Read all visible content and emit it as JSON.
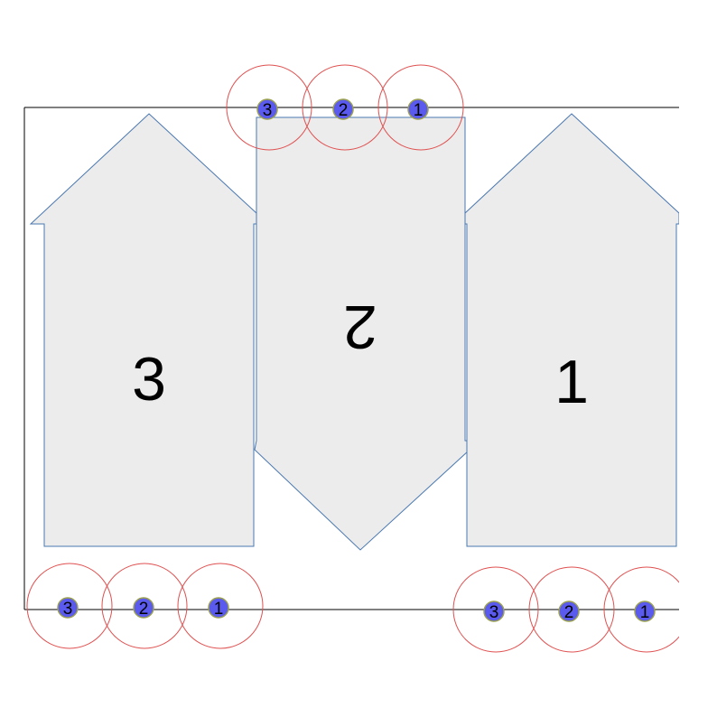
{
  "colors": {
    "background": "#ffffff",
    "shape_fill": "#ececec",
    "shape_stroke": "#4a78b0",
    "frame_stroke": "#000000",
    "ring_stroke": "#e05050",
    "dot_fill": "#5a5aee",
    "dot_stroke": "#9aa050"
  },
  "shapes": [
    {
      "id": "arrow-3",
      "direction": "up",
      "label": "3"
    },
    {
      "id": "arrow-2",
      "direction": "down",
      "label": "2",
      "label_rotation": "180deg"
    },
    {
      "id": "arrow-1",
      "direction": "up",
      "label": "1"
    }
  ],
  "marker_groups": [
    {
      "id": "top",
      "markers": [
        "3",
        "2",
        "1"
      ]
    },
    {
      "id": "bottom-left",
      "markers": [
        "3",
        "2",
        "1"
      ]
    },
    {
      "id": "bottom-right",
      "markers": [
        "3",
        "2",
        "1"
      ]
    }
  ]
}
